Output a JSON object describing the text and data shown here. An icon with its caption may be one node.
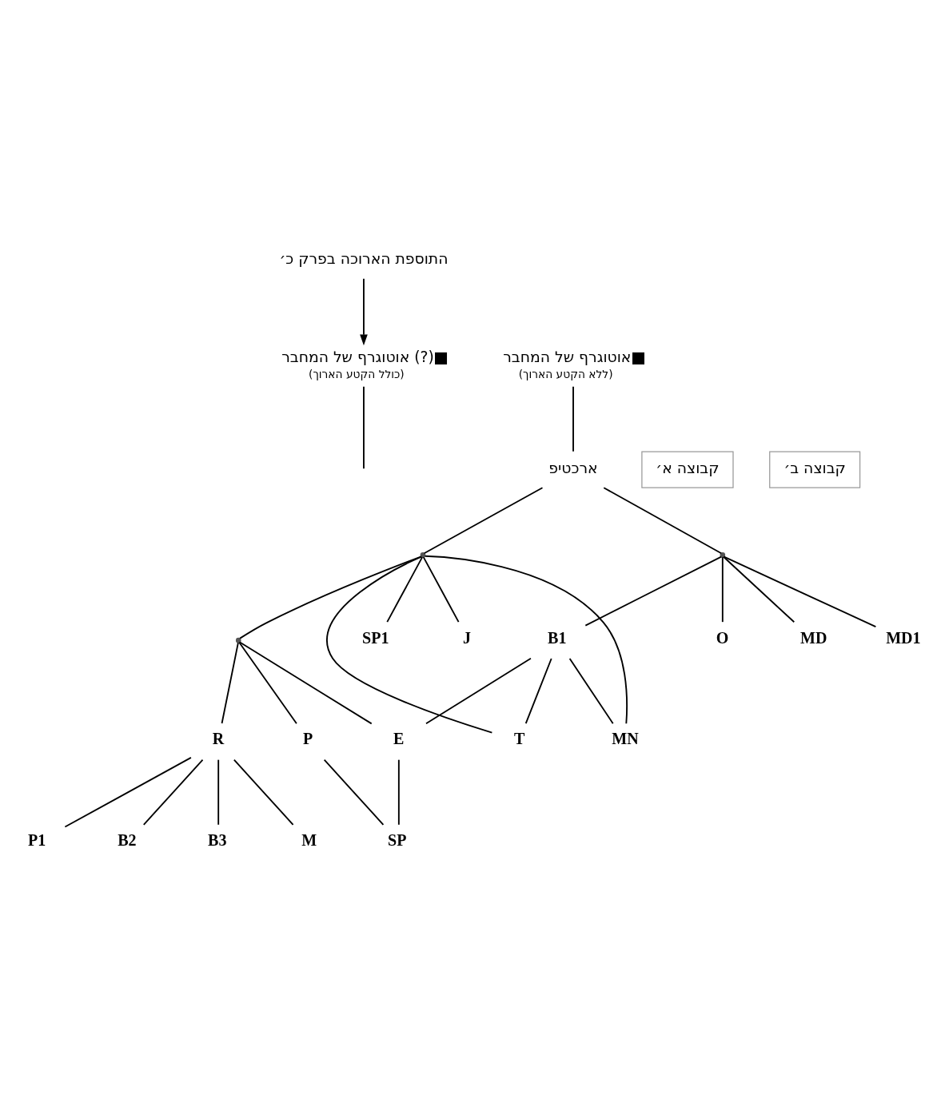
{
  "diagram": {
    "nodes": [
      {
        "text": [
          "אוטוגרף של המחבר (?)",
          "(כולל הקטע הארוך)"
        ]
      },
      {
        "text": [
          "אוטוגרף של המחבר",
          "(ללא הקטע הארוך)"
        ]
      },
      {
        "text": [
          "התוספת הארוכה בפרק כ׳"
        ]
      },
      {
        "text": [
          "ארכטיפ"
        ]
      },
      {
        "text": [
          "קבוצה א׳"
        ]
      },
      {
        "text": [
          "קבוצה ב׳"
        ]
      },
      {
        "text": [],
        "shape": "point"
      },
      {
        "text": [],
        "shape": "point"
      },
      {
        "text": [
          "B1"
        ]
      },
      {
        "text": [
          "O"
        ]
      },
      {
        "text": [
          "MD"
        ]
      },
      {
        "text": [
          "MD1"
        ]
      },
      {
        "text": [
          "SP1"
        ]
      },
      {
        "text": [],
        "shape": "point"
      },
      {
        "text": [
          "T"
        ]
      },
      {
        "text": [
          "J"
        ]
      },
      {
        "text": [
          "MN"
        ]
      },
      {
        "text": [
          "P"
        ]
      },
      {
        "text": [
          "E"
        ]
      },
      {
        "text": [
          "R"
        ]
      },
      {
        "text": [
          "SP"
        ]
      },
      {
        "text": [
          "P1"
        ]
      },
      {
        "text": [
          "B2"
        ]
      },
      {
        "text": [
          "B3"
        ]
      },
      {
        "text": [
          "M"
        ]
      }
    ],
    "edges": [
      {
        "from": 0,
        "to": null,
        "arrow": "none"
      },
      {
        "from": 2,
        "to": 0,
        "arrow": "to"
      },
      {
        "from": 1,
        "to": 3,
        "arrow": "none"
      },
      {
        "from": 3,
        "to": 7,
        "arrow": "none"
      },
      {
        "from": 3,
        "to": 6,
        "arrow": "none"
      },
      {
        "from": 6,
        "to": 8,
        "arrow": "none"
      },
      {
        "from": 6,
        "to": 9,
        "arrow": "none"
      },
      {
        "from": 6,
        "to": 10,
        "arrow": "none"
      },
      {
        "from": 6,
        "to": 11,
        "arrow": "none"
      },
      {
        "from": 7,
        "to": 12,
        "arrow": "none"
      },
      {
        "from": 7,
        "to": 13,
        "arrow": "none"
      },
      {
        "from": 7,
        "to": 14,
        "arrow": "none"
      },
      {
        "from": 7,
        "to": 15,
        "arrow": "none"
      },
      {
        "from": 7,
        "to": 16,
        "arrow": "none"
      },
      {
        "from": 8,
        "to": 14,
        "arrow": "none"
      },
      {
        "from": 8,
        "to": 16,
        "arrow": "none"
      },
      {
        "from": 8,
        "to": 18,
        "arrow": "none"
      },
      {
        "from": 13,
        "to": 17,
        "arrow": "none"
      },
      {
        "from": 13,
        "to": 18,
        "arrow": "none"
      },
      {
        "from": 13,
        "to": 19,
        "arrow": "none"
      },
      {
        "from": 17,
        "to": 20,
        "arrow": "none"
      },
      {
        "from": 18,
        "to": 20,
        "arrow": "none"
      },
      {
        "from": 19,
        "to": 21,
        "arrow": "none"
      },
      {
        "from": 19,
        "to": 22,
        "arrow": "none"
      },
      {
        "from": 19,
        "to": 23,
        "arrow": "none"
      },
      {
        "from": 19,
        "to": 24,
        "arrow": "none"
      }
    ]
  }
}
